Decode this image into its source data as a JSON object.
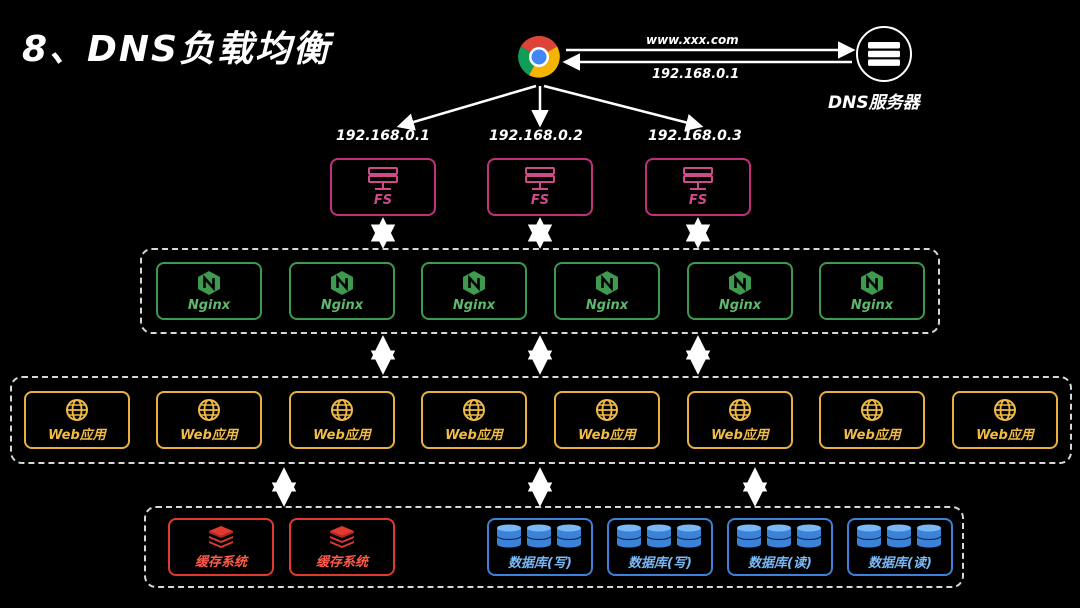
{
  "title": "8、DNS负载均衡",
  "request_label": "www.xxx.com",
  "response_label": "192.168.0.1",
  "dns_server_label": "DNS服务器",
  "browser_icon": "chrome-icon",
  "dns_icon": "server-stack-icon",
  "ips": [
    "192.168.0.1",
    "192.168.0.2",
    "192.168.0.3"
  ],
  "fs_nodes": [
    "FS",
    "FS",
    "FS"
  ],
  "nginx_nodes": [
    "Nginx",
    "Nginx",
    "Nginx",
    "Nginx",
    "Nginx",
    "Nginx"
  ],
  "web_nodes": [
    "Web应用",
    "Web应用",
    "Web应用",
    "Web应用",
    "Web应用",
    "Web应用",
    "Web应用",
    "Web应用"
  ],
  "cache_nodes": [
    "缓存系统",
    "缓存系统"
  ],
  "db_nodes": [
    "数据库(写)",
    "数据库(写)",
    "数据库(读)",
    "数据库(读)"
  ],
  "colors": {
    "fs": "#c2307d",
    "nginx": "#3d9a4f",
    "web": "#e9b13c",
    "cache": "#e03a2e",
    "db": "#3b82d8"
  }
}
